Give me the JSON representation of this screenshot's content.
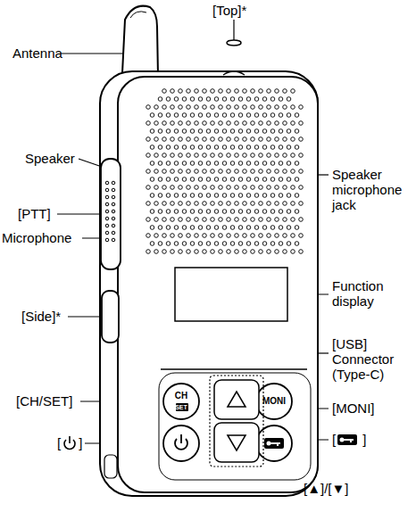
{
  "diagram": {
    "labels": [
      "Antenna",
      "[Top]*",
      "Speaker",
      "Speaker microphone jack",
      "[PTT]",
      "Microphone",
      "Function display",
      "[Side]*",
      "[USB] Connector (Type-C)",
      "[CH/SET]",
      "[MONI]",
      "[ ]",
      "[ ]",
      "[▲]/[▼]",
      "CH",
      "SET",
      "MONI"
    ]
  }
}
